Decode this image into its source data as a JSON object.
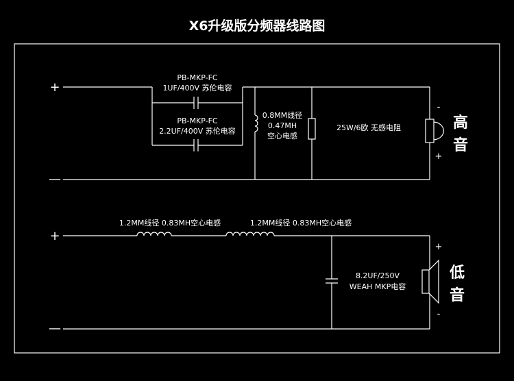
{
  "title": "X6升级版分频器线路图",
  "colors": {
    "background": "#000000",
    "line": "#ffffff"
  },
  "high": {
    "cap1": {
      "line1": "PB-MKP-FC",
      "line2": "1UF/400V  苏伦电容"
    },
    "cap2": {
      "line1": "PB-MKP-FC",
      "line2": "2.2UF/400V  苏伦电容"
    },
    "inductor": {
      "line1": "0.8MM线径",
      "line2": "0.47MH",
      "line3": "空心电感"
    },
    "resistor": "25W/6欧  无感电阻",
    "speaker_label": {
      "line1": "高",
      "line2": "音"
    },
    "pol_top": "-",
    "pol_bottom": "+",
    "input_plus": "+",
    "input_minus": "—"
  },
  "low": {
    "inductor1": "1.2MM线径  0.83MH空心电感",
    "inductor2": "1.2MM线径  0.83MH空心电感",
    "cap": {
      "line1": "8.2UF/250V",
      "line2": "WEAH  MKP电容"
    },
    "speaker_label": {
      "line1": "低",
      "line2": "音"
    },
    "pol_top": "+",
    "pol_bottom": "-",
    "input_plus": "+",
    "input_minus": "—"
  }
}
